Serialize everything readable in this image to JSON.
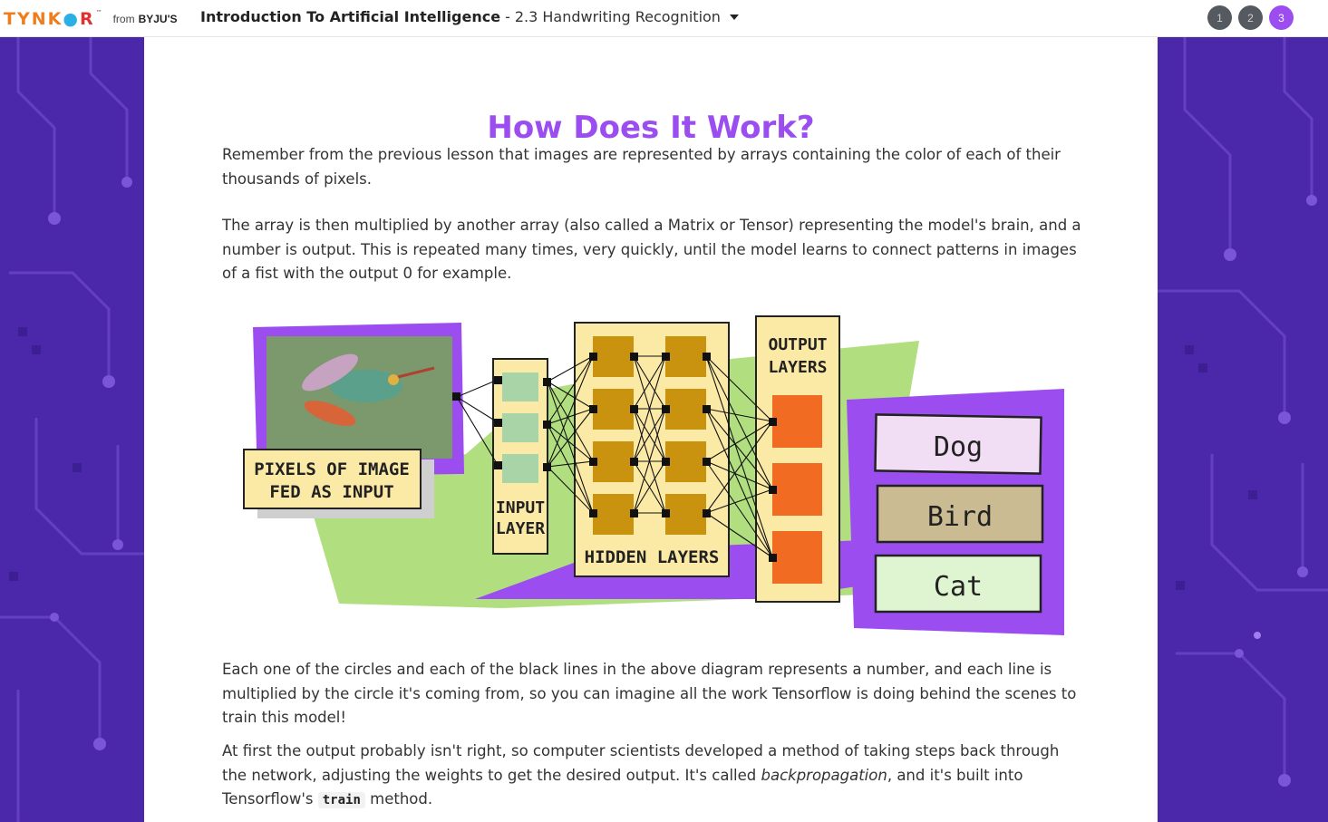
{
  "header": {
    "brand_word_a": "TYNK",
    "brand_word_b": "R",
    "brand_tm": "™",
    "from": "from",
    "partner": "BYJU'S",
    "course_title": "Introduction To Artificial Intelligence",
    "separator": "-",
    "lesson_title": "2.3 Handwriting Recognition",
    "steps": [
      "1",
      "2",
      "3"
    ],
    "active_step": "3"
  },
  "content": {
    "heading": "How Does It Work?",
    "paragraph_1": "Remember from the previous lesson that images are represented by arrays containing the color of each of their thousands of pixels.",
    "paragraph_2": "The array is then multiplied by another array (also called a Matrix or Tensor) representing the model's brain, and a number is output. This is repeated many times, very quickly, until the model learns to connect patterns in images of a fist with the output 0 for example.",
    "paragraph_3": "Each one of the circles and each of the black lines in the above diagram represents a number, and each line is multiplied by the circle it's coming from, so you can imagine all the work Tensorflow is doing behind the scenes to train this model!",
    "paragraph_4_before": "At first the output probably isn't right, so computer scientists developed a method of taking steps back through the network, adjusting the weights to get the desired output. It's called ",
    "paragraph_4_em": "backpropagation",
    "paragraph_4_mid": ", and it's built into Tensorflow's ",
    "paragraph_4_code": "train",
    "paragraph_4_after": " method."
  },
  "diagram": {
    "input_label_line1": "PIXELS OF IMAGE",
    "input_label_line2": "FED AS INPUT",
    "input_layer_line1": "INPUT",
    "input_layer_line2": "LAYER",
    "hidden_layers": "HIDDEN LAYERS",
    "output_layer_line1": "OUTPUT",
    "output_layer_line2": "LAYERS",
    "outputs": [
      "Dog",
      "Bird",
      "Cat"
    ]
  },
  "colors": {
    "accent": "#9b4df0",
    "background": "#4a27a8",
    "green": "#b1df7f",
    "yellow": "#fbe9a6",
    "gold": "#c99310",
    "orange": "#f26b23"
  }
}
